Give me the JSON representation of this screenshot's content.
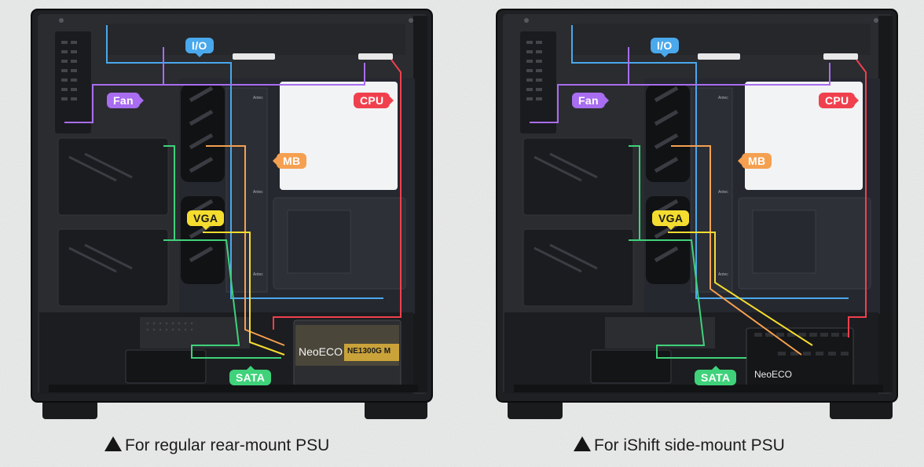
{
  "cable_labels": {
    "io": "I/O",
    "fan": "Fan",
    "cpu": "CPU",
    "mb": "MB",
    "vga": "VGA",
    "sata": "SATA"
  },
  "case_brand": "Antec",
  "psu_left": {
    "brand": "NeoECO",
    "model": "NE1300G M"
  },
  "psu_right": {
    "brand": "NeoECO"
  },
  "captions": {
    "left": "For regular rear-mount PSU",
    "right": "For iShift side-mount PSU"
  },
  "colors": {
    "io": "#4aa8ec",
    "fan": "#a86df0",
    "cpu": "#f0404e",
    "mb": "#f5a050",
    "vga": "#f5dd30",
    "sata": "#3fd27a",
    "case": "#1e2023",
    "background": "#e9ebea"
  }
}
